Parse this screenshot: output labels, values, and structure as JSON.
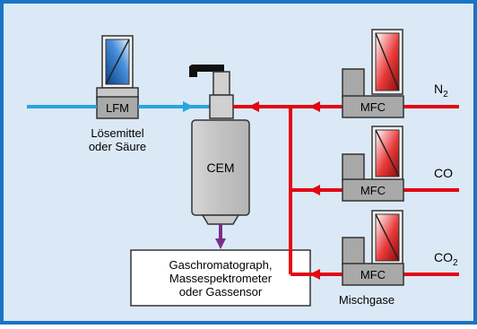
{
  "lfm": {
    "label": "LFM",
    "caption_line1": "Lösemittel",
    "caption_line2": "oder Säure"
  },
  "cem": {
    "label": "CEM"
  },
  "detector": {
    "line1": "Gaschromatograph,",
    "line2": "Massespektrometer",
    "line3": "oder Gassensor"
  },
  "mfc": {
    "label": "MFC",
    "gases": [
      {
        "name": "N",
        "sub": "2"
      },
      {
        "name": "CO",
        "sub": ""
      },
      {
        "name": "CO",
        "sub": "2"
      }
    ]
  },
  "mix_caption": "Mischgase",
  "colors": {
    "frame": "#1a74c4",
    "background": "#dbe9f6",
    "gas_line": "#e30613",
    "liquid_line": "#29a4e0",
    "output_line": "#7b2d8a",
    "device_fill": "#c8c8c8",
    "device_stroke": "#333333"
  }
}
